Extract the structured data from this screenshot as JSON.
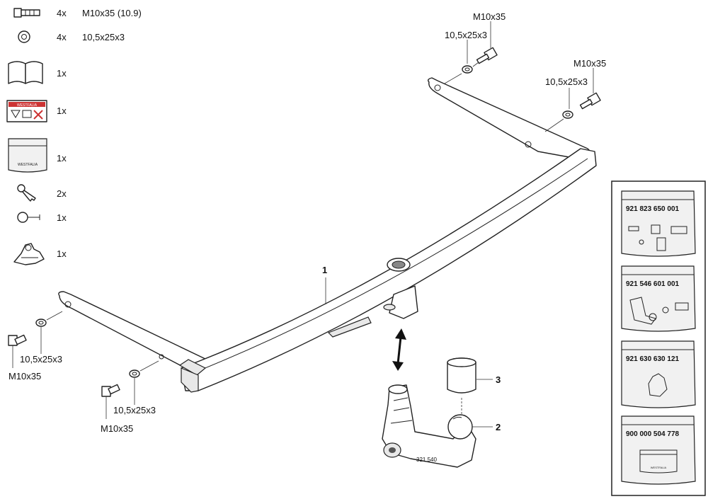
{
  "legend": [
    {
      "icon": "bolt-icon",
      "qty": "4x",
      "spec": "M10x35 (10.9)"
    },
    {
      "icon": "washer-icon",
      "qty": "4x",
      "spec": "10,5x25x3"
    },
    {
      "icon": "manual-book-icon",
      "qty": "1x",
      "spec": ""
    },
    {
      "icon": "warning-label-icon",
      "qty": "1x",
      "spec": ""
    },
    {
      "icon": "parts-bag-icon",
      "qty": "1x",
      "spec": ""
    },
    {
      "icon": "key-icon",
      "qty": "2x",
      "spec": ""
    },
    {
      "icon": "cotter-pin-icon",
      "qty": "1x",
      "spec": ""
    },
    {
      "icon": "socket-bracket-icon",
      "qty": "1x",
      "spec": ""
    }
  ],
  "callouts": {
    "bolt_top_1": "M10x35",
    "washer_top_1": "10,5x25x3",
    "bolt_top_2": "M10x35",
    "washer_top_2": "10,5x25x3",
    "washer_left_1": "10,5x25x3",
    "bolt_left_1": "M10x35",
    "washer_left_2": "10,5x25x3",
    "bolt_left_2": "M10x35"
  },
  "part_numbers": {
    "crossbar": "1",
    "ball_neck": "2",
    "ball_cover": "3"
  },
  "ball_neck_marking": "321 540",
  "bag_logo": "WESTFALIA",
  "kits": [
    {
      "number": "921 823 650 001"
    },
    {
      "number": "921 546 601 001"
    },
    {
      "number": "921 630 630 121"
    },
    {
      "number": "900 000 504 778"
    }
  ],
  "kit_bag_logo": "WESTFALIA",
  "label_sticker_text": "WESTFALIA"
}
